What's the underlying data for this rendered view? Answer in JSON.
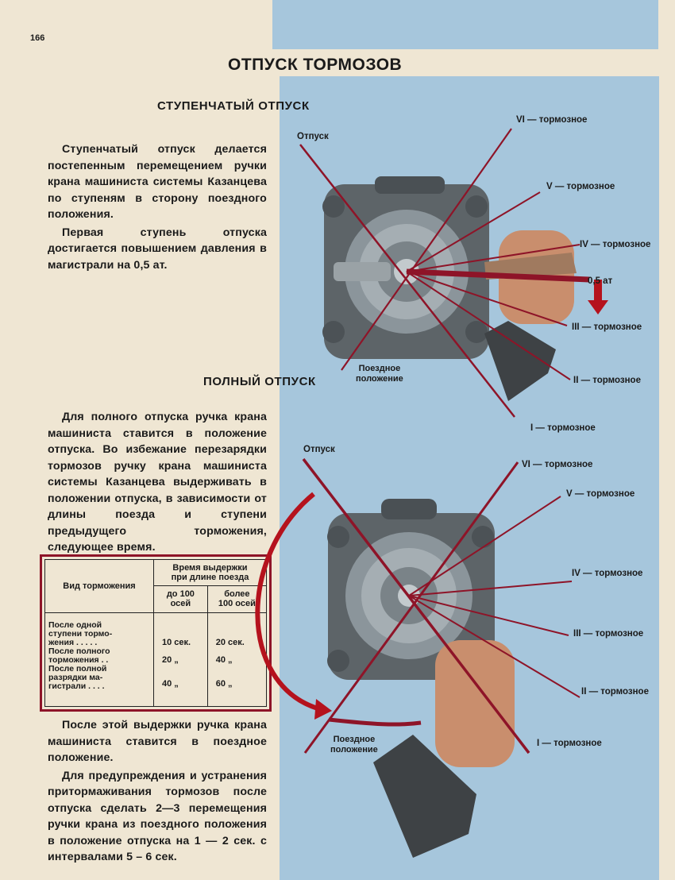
{
  "page": {
    "number": "166"
  },
  "header": {
    "title": "ОТПУСК ТОРМОЗОВ",
    "section1_title": "СТУПЕНЧАТЫЙ ОТПУСК",
    "section2_title": "ПОЛНЫЙ ОТПУСК"
  },
  "section1": {
    "paragraphs": [
      "Ступенчатый отпуск делается постепенным перемещением ручки крана машиниста системы Казанцева по ступеням в сторону поездного положения.",
      "Первая ступень отпуска достигается повышением давления в магистрали на 0,5 ат."
    ]
  },
  "section2": {
    "paragraph_before": "Для полного отпуска ручка крана машиниста ставится в положение отпуска. Во избежание перезарядки тормозов ручку крана машиниста системы Казанцева выдерживать в положении отпуска, в зависимости от длины поезда и ступени предыдущего торможения, следующее время.",
    "paragraphs_after": [
      "После этой выдержки ручка крана машиниста ставится в поездное положение.",
      "Для предупреждения и устранения притормаживания тормозов после отпуска сделать 2—3 перемещения ручки крана из поездного положения в положение отпуска на 1 — 2 сек. с интервалами 5 – 6 сек."
    ]
  },
  "table": {
    "col1_header": "Вид торможения",
    "group_header": [
      "Время выдержки",
      "при длине поезда"
    ],
    "col2_header": [
      "до 100",
      "осей"
    ],
    "col3_header": [
      "более",
      "100 осей"
    ],
    "row_labels": [
      [
        "После одной",
        "ступени тормо-",
        "жения . . . . ."
      ],
      [
        "После полного",
        "торможения . ."
      ],
      [
        "После полной",
        "разрядки ма-",
        "гистрали . . . ."
      ]
    ],
    "col2_values": [
      "10 сек.",
      "20 „",
      "40 „"
    ],
    "col3_values": [
      "20 сек.",
      "40 „",
      "60 „"
    ]
  },
  "diagram1": {
    "label_release": "Отпуск",
    "label_train": [
      "Поездное",
      "положение"
    ],
    "label_vi": "VI — тормозное",
    "label_v": "V — тормозное",
    "label_iv": "IV — тормозное",
    "label_pressure": "0,5 ат",
    "label_iii": "III — тормозное",
    "label_ii": "II — тормозное",
    "label_i": "I — тормозное"
  },
  "diagram2": {
    "label_release": "Отпуск",
    "label_train": [
      "Поездное",
      "положение"
    ],
    "label_vi": "VI — тормозное",
    "label_v": "V — тормозное",
    "label_iv": "IV — тормозное",
    "label_iii": "III — тормозное",
    "label_ii": "II — тормозное",
    "label_i": "I — тормозное"
  },
  "colors": {
    "paper": "#efe6d3",
    "panel_blue": "#a6c6dc",
    "line_red": "#8e1428",
    "valve_gray": "#5d6468",
    "hand_skin": "#c98e6d",
    "sleeve": "#3e4245"
  }
}
